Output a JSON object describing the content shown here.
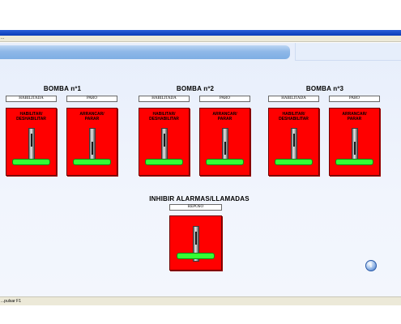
{
  "window": {
    "menu_label": "...",
    "status_text": "...pulsar F1"
  },
  "pumps": [
    {
      "title": "BOMBA nº1",
      "enable_status": "HABILITADA",
      "run_status": "PARO",
      "enable_label": "HABILITAR/\nDESHABILITAR",
      "run_label": "ARRANCAR/\nPARAR"
    },
    {
      "title": "BOMBA nº2",
      "enable_status": "HABILITADA",
      "run_status": "PARO",
      "enable_label": "HABILITAR/\nDESHABILITAR",
      "run_label": "ARRANCAR/\nPARAR"
    },
    {
      "title": "BOMBA nº3",
      "enable_status": "HABILITADA",
      "run_status": "PARO",
      "enable_label": "HABILITAR/\nDESHABILITAR",
      "run_label": "ARRANCAR/\nPARAR"
    }
  ],
  "alarms": {
    "title": "INHIBIR ALARMAS/LLAMADAS",
    "status": "REPOSO"
  },
  "colors": {
    "panel_red": "#ff0000",
    "indicator_green": "#33ff33",
    "title_bar_blue": "#0a3cb8"
  },
  "icons": {
    "help": "help-icon"
  }
}
